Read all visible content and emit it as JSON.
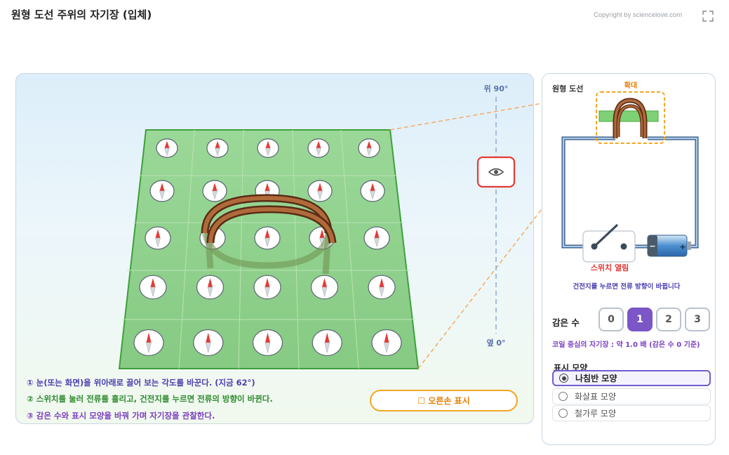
{
  "header": {
    "title": "원형 도선 주위의 자기장 (입체)",
    "copyright": "Copyright by sciencelove.com"
  },
  "stage": {
    "axis_top_label": "위 90°",
    "axis_bottom_label": "옆 0°",
    "view_angle_deg": 62,
    "instructions": [
      "① 눈(또는 화면)을 위아래로 끌어 보는 각도를 바꾼다. (지금 62°)",
      "② 스위치를 눌러 전류를 흘리고, 건전지를 누르면 전류의 방향이 바뀐다.",
      "③ 감은 수와 표시 모양을 바꿔 가며 자기장을 관찰한다."
    ],
    "right_hand_button": "☐ 오른손 표시",
    "compass_grid": {
      "rows": 5,
      "cols": 5
    }
  },
  "panel": {
    "circuit_label": "원형 도선",
    "zoom_label": "확대",
    "switch_label": "스위치 열림",
    "battery_note": "건전지를 누르면 전류 방향이 바뀝니다",
    "turns_label": "감은 수",
    "turns_options": [
      "0",
      "1",
      "2",
      "3"
    ],
    "turns_selected": "1",
    "field_note": "코일 중심의 자기장 : 약 1.0 배 (감은 수 0 기준)",
    "shape_title": "표시 모양",
    "shape_options": [
      "나침반 모양",
      "화살표 모양",
      "철가루 모양"
    ],
    "shape_selected": "나침반 모양"
  },
  "colors": {
    "accent_purple": "#7b56c6",
    "accent_orange": "#f5a623",
    "board_green": "#8fd28c",
    "wire_brown": "#8b4a2b",
    "compass_red": "#e53935",
    "eye_border": "#e53935"
  }
}
